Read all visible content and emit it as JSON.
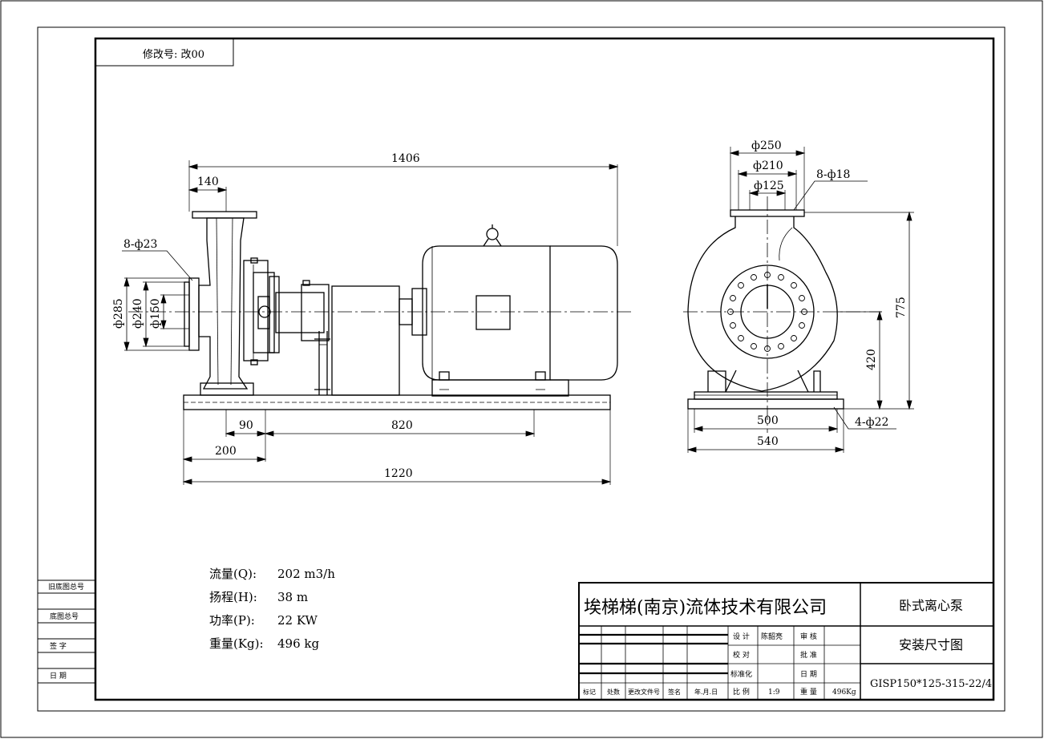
{
  "revision": "修改号: 改00",
  "side_labels": [
    "旧底图总号",
    "底图总号",
    "签 字",
    "日 期"
  ],
  "front_view": {
    "dims": {
      "overall_length": "1406",
      "suction_offset": "140",
      "flange_bolts": "8-ф23",
      "flange_od": "ф285",
      "flange_pcd": "ф240",
      "flange_bore": "ф150",
      "base_90": "90",
      "base_820": "820",
      "base_200": "200",
      "base_1220": "1220"
    }
  },
  "side_view": {
    "dims": {
      "flange_od": "ф250",
      "flange_pcd": "ф210",
      "flange_bore": "ф125",
      "flange_bolts": "8-ф18",
      "height_775": "775",
      "height_420": "420",
      "base_500": "500",
      "base_540": "540",
      "base_bolts": "4-ф22"
    }
  },
  "specs": [
    {
      "label": "流量(Q):",
      "value": "202 m3/h"
    },
    {
      "label": "扬程(H):",
      "value": "38  m"
    },
    {
      "label": "功率(P):",
      "value": "22  KW"
    },
    {
      "label": "重量(Kg):",
      "value": "496 kg"
    }
  ],
  "title_block": {
    "company": "埃梯梯(南京)流体技术有限公司",
    "product": "卧式离心泵",
    "drawing_title": "安装尺寸图",
    "model": "GISP150*125-315-22/4",
    "design_label": "设 计",
    "designer": "陈韶亮",
    "review_label": "审 核",
    "check_label": "校 对",
    "approve_label": "批 准",
    "standard_label": "标准化",
    "date_label": "日 期",
    "scale_label": "比 例",
    "scale": "1:9",
    "weight_label": "重 量",
    "weight": "496Kg",
    "rev_headers": [
      "标记",
      "处数",
      "更改文件号",
      "签名",
      "年.月.日"
    ]
  }
}
